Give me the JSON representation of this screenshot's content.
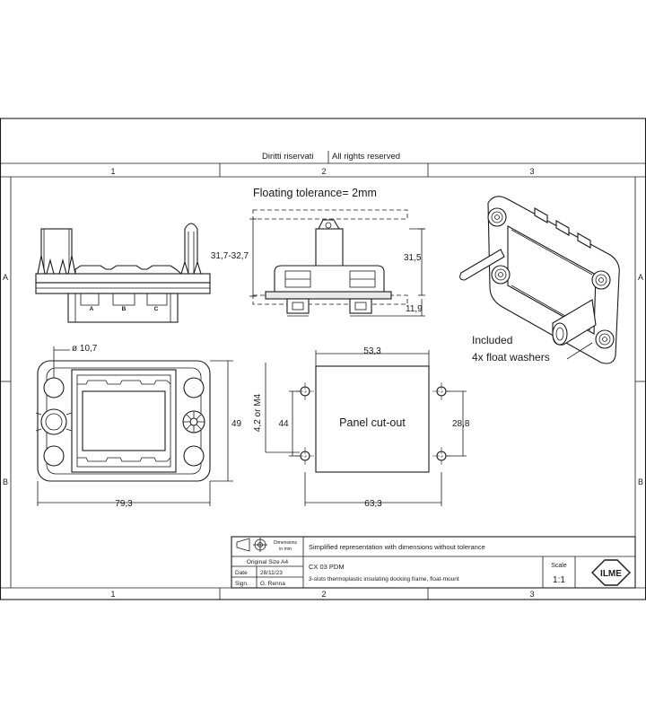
{
  "header": {
    "rights_it": "Diritti riservati",
    "rights_en": "All rights reserved"
  },
  "grid": {
    "columns": [
      "1",
      "2",
      "3"
    ],
    "rows": [
      "A",
      "B"
    ]
  },
  "drawing": {
    "floating_tolerance": "Floating tolerance= 2mm",
    "included_line1": "Included",
    "included_line2": "4x float washers",
    "slot_labels": [
      "A",
      "B",
      "C"
    ],
    "panel_cutout": "Panel cut-out",
    "dims": {
      "height_range": "31,7-32,7",
      "height_31_5": "31,5",
      "depth_11_9": "11,9",
      "hole_dia": "ø 10,7",
      "frame_height": "49",
      "frame_width": "79,3",
      "cutout_top": "53,3",
      "cutout_bottom": "63,3",
      "hole_spacing_v": "44",
      "cutout_height": "28,8",
      "screw": "4,2 or M4"
    }
  },
  "title_block": {
    "dims_note_1": "Dimensions",
    "dims_note_2": "in mm",
    "simplified_note": "Simplified representation with dimensions without tolerance",
    "original_size": "Original Size A4",
    "date_label": "Date",
    "date_value": "28/11/23",
    "sign_label": "Sign.",
    "sign_value": "G. Renna",
    "part_code": "CX  03 PDM",
    "part_desc": "3-slots thermoplastic insulating docking frame, float-mount",
    "scale_label": "Scale",
    "scale_value": "1:1",
    "logo_text": "ILME"
  }
}
